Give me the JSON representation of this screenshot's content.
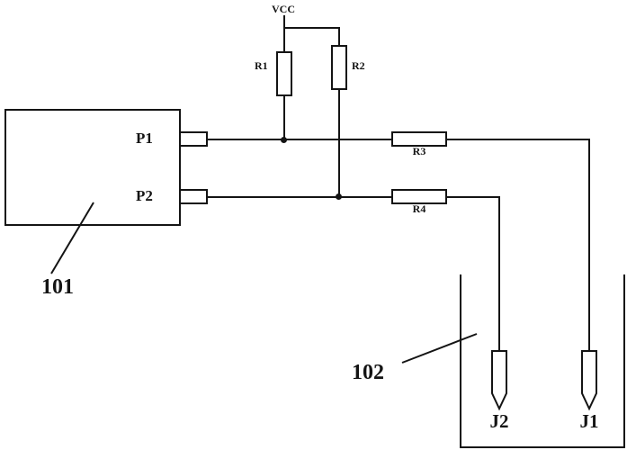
{
  "colors": {
    "line": "#141414",
    "background": "#ffffff"
  },
  "power": {
    "vcc": "VCC"
  },
  "chip": {
    "ref": "101",
    "pins": {
      "p1": "P1",
      "p2": "P2"
    }
  },
  "resistors": {
    "r1": "R1",
    "r2": "R2",
    "r3": "R3",
    "r4": "R4"
  },
  "vessel": {
    "ref": "102"
  },
  "probes": {
    "j1": "J1",
    "j2": "J2"
  }
}
